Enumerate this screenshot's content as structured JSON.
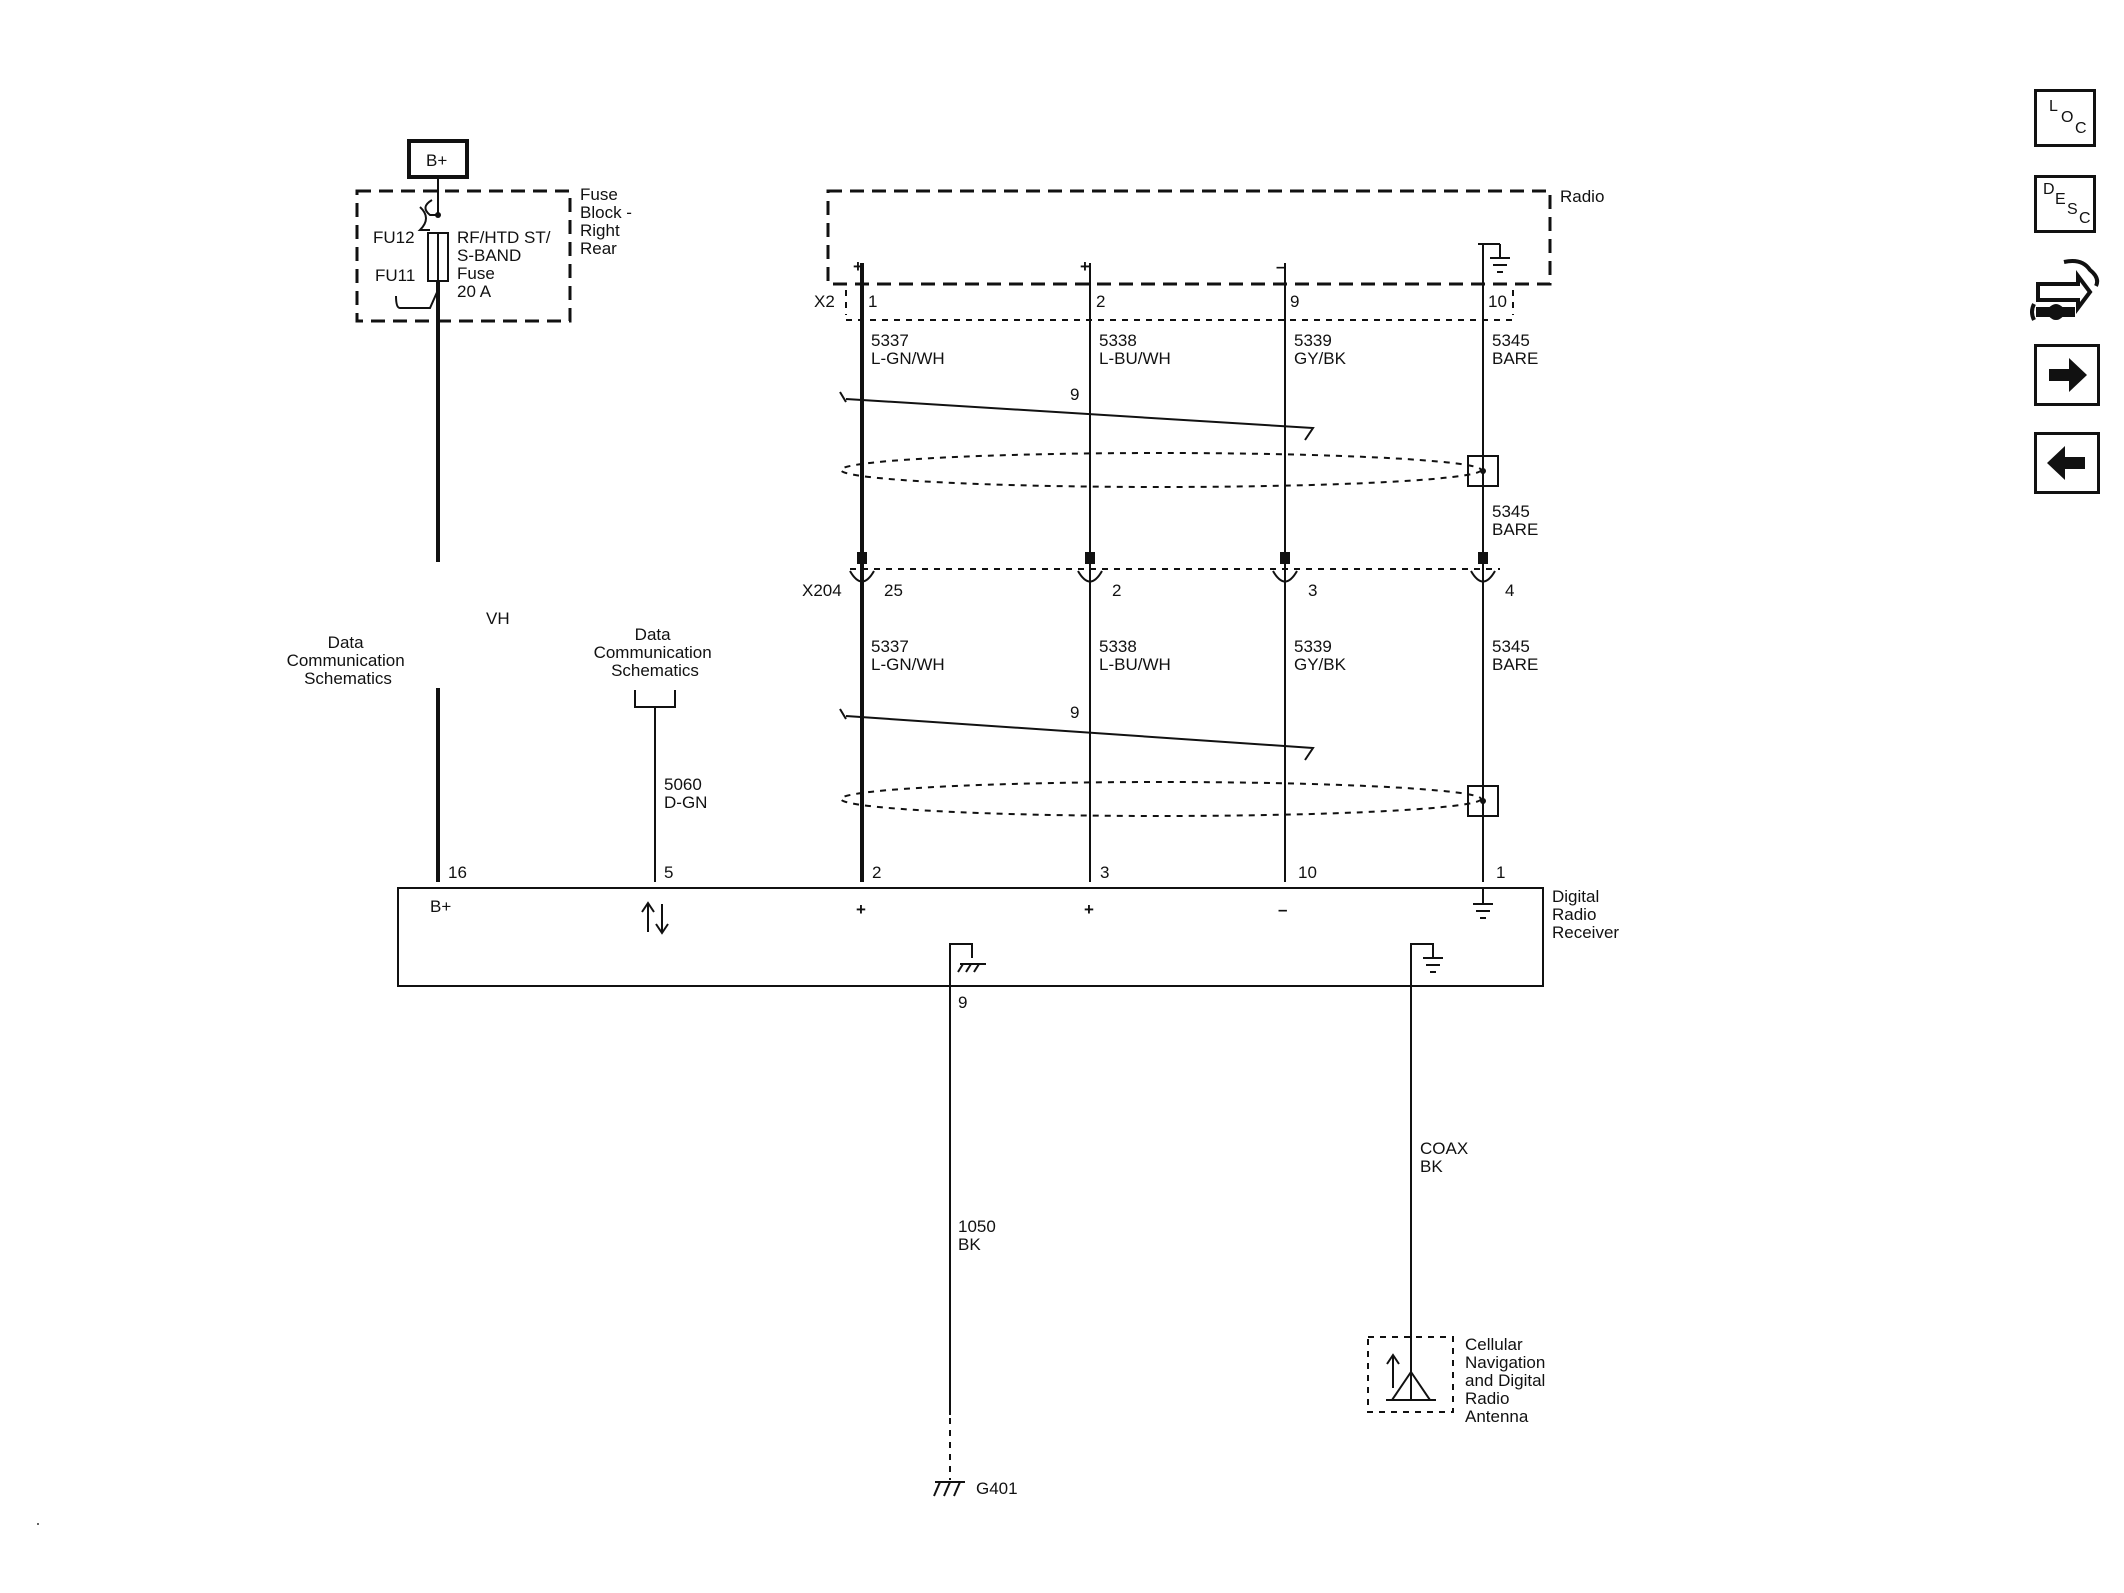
{
  "power": {
    "bplus_label": "B+"
  },
  "fuse_block": {
    "label_lines": [
      "Fuse",
      "Block -",
      "Right",
      "Rear"
    ],
    "fuse_lines": [
      "RF/HTD ST/",
      "S-BAND",
      "Fuse",
      "20 A"
    ],
    "fu12": "FU12",
    "fu11": "FU11"
  },
  "radio": {
    "label": "Radio",
    "connector": "X2",
    "terminals": [
      {
        "pin": "1",
        "polarity": "+",
        "circuit": "5337",
        "color": "L-GN/WH"
      },
      {
        "pin": "2",
        "polarity": "+",
        "circuit": "5338",
        "color": "L-BU/WH"
      },
      {
        "pin": "9",
        "polarity": "–",
        "circuit": "5339",
        "color": "GY/BK"
      },
      {
        "pin": "10",
        "polarity": "",
        "circuit": "5345",
        "color": "BARE"
      }
    ]
  },
  "twist_upper": {
    "label": "9"
  },
  "shield_drain": {
    "circuit": "5345",
    "color": "BARE"
  },
  "inline_connector": {
    "label": "X204",
    "pins": [
      "25",
      "2",
      "3",
      "4"
    ],
    "wires": [
      {
        "circuit": "5337",
        "color": "L-GN/WH"
      },
      {
        "circuit": "5338",
        "color": "L-BU/WH"
      },
      {
        "circuit": "5339",
        "color": "GY/BK"
      },
      {
        "circuit": "5345",
        "color": "BARE"
      }
    ]
  },
  "twist_lower": {
    "label": "9"
  },
  "data_comm_left": {
    "lines": [
      "Data",
      "Communication",
      "Schematics"
    ],
    "fragment": "VH"
  },
  "data_comm_mid": {
    "lines": [
      "Data",
      "Communication",
      "Schematics"
    ],
    "circuit": "5060",
    "color": "D-GN"
  },
  "receiver": {
    "label_lines": [
      "Digital",
      "Radio",
      "Receiver"
    ],
    "pins": [
      "16",
      "5",
      "2",
      "3",
      "10",
      "1"
    ],
    "pin_symbols": [
      "B+",
      "",
      "+",
      "+",
      "–",
      ""
    ],
    "ground_pin": "9",
    "ground_circuit": "1050",
    "ground_color": "BK",
    "coax_circuit": "COAX",
    "coax_color": "BK"
  },
  "ground": {
    "label": "G401"
  },
  "antenna": {
    "label_lines": [
      "Cellular",
      "Navigation",
      "and Digital",
      "Radio",
      "Antenna"
    ]
  },
  "nav_buttons": {
    "loc": {
      "l1": "L",
      "l2": "O",
      "l3": "C",
      "icon": "loc-icon"
    },
    "desc": {
      "l1": "D",
      "l2": "E",
      "l3": "S",
      "l4": "C",
      "icon": "desc-icon"
    },
    "connector_icon": "connector-wrench-icon",
    "next_icon": "arrow-right-icon",
    "prev_icon": "arrow-left-icon"
  }
}
